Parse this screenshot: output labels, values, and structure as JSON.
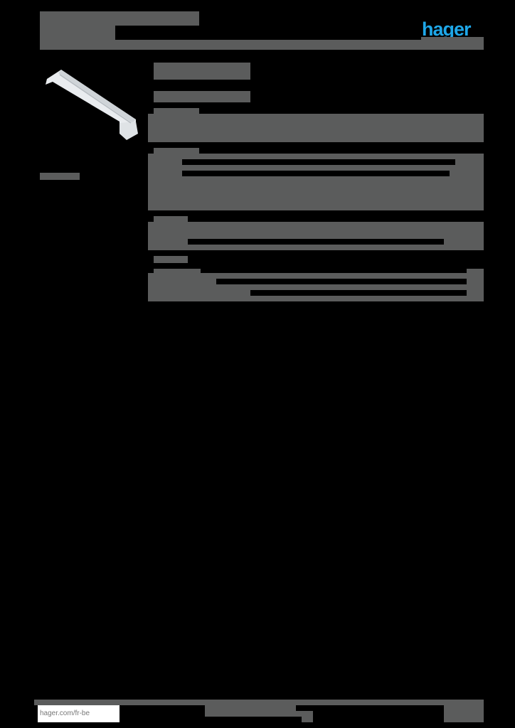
{
  "header": {
    "brand_logo": "hager",
    "brand_color": "#1ea7e8",
    "title": "",
    "subtitle": ""
  },
  "product": {
    "image": "white-din-rail-bracket",
    "name": "",
    "reference": ""
  },
  "sections": [
    {
      "heading": "",
      "rows": 2
    },
    {
      "heading": "",
      "rows": 6
    },
    {
      "heading": "",
      "rows": 3
    },
    {
      "heading": "",
      "rows": 3
    }
  ],
  "footer": {
    "url": "hager.com/fr-be",
    "legal_text": "",
    "page": ""
  },
  "colors": {
    "redaction_grey": "#5b5c5c",
    "background": "#000000"
  }
}
